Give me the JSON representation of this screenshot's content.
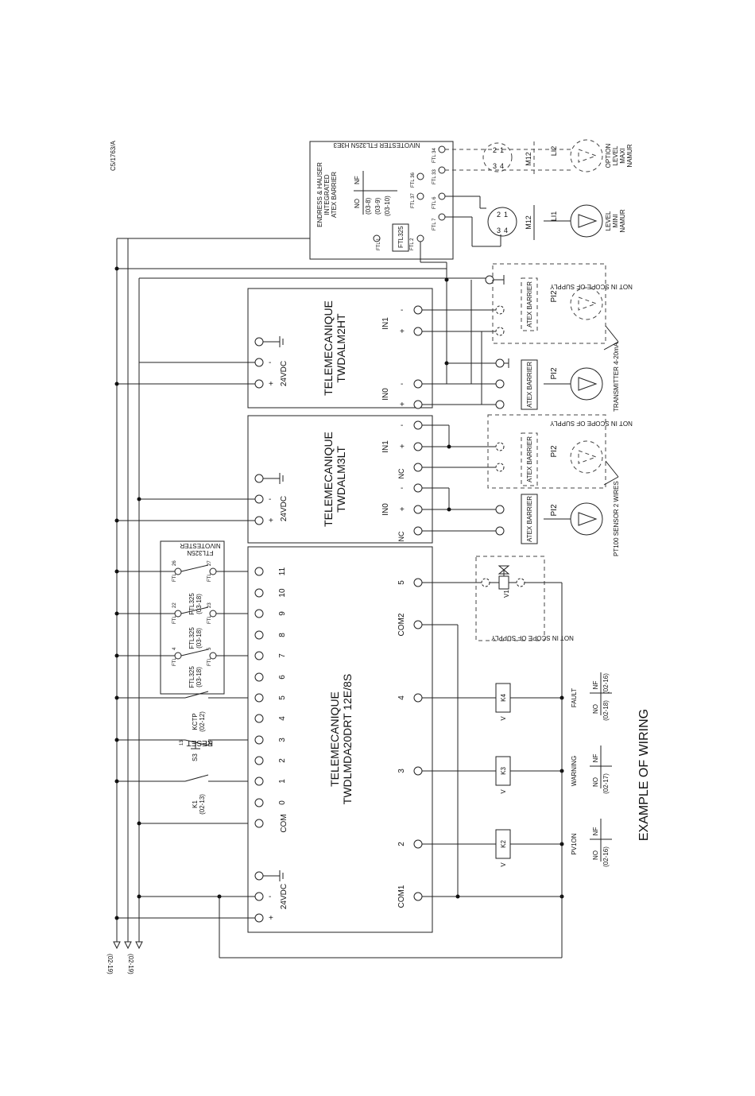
{
  "drawing_ref": "C5/1763/A",
  "title": "EXAMPLE OF WIRING",
  "nivotester_top": {
    "title": "NIVOTESTER FTL325N H3E3",
    "maker": [
      "ENDRESS & HAUSER",
      "INTEGRATED",
      "ATEX BARRIER"
    ],
    "contact_table": {
      "cols": [
        "NO",
        "NF"
      ],
      "rows": [
        "(03-8)",
        "(03-9)",
        "(03-10)"
      ]
    },
    "ftl_labels": [
      "FTL 1",
      "FTL 2",
      "FTL 7",
      "FTL 6",
      "FTL 37",
      "FTL 36",
      "FTL 33",
      "FTL 34"
    ],
    "inner": "FTL325"
  },
  "sensors_top": {
    "m12": "M12",
    "li2": "LI2",
    "li1": "LI1",
    "pins": [
      "2",
      "1",
      "3",
      "4"
    ],
    "option": [
      "OPTION",
      "LEVEL",
      "MAXI",
      "NAMUR"
    ],
    "level": [
      "LEVEL",
      "MINI",
      "NAMUR"
    ]
  },
  "module_ht": {
    "name": [
      "TELEMECANIQUE",
      "TWDALM2HT"
    ],
    "in1": "IN1",
    "in0": "IN0",
    "minus": "-",
    "plus": "+",
    "supply": "24VDC"
  },
  "module_lt": {
    "name": [
      "TELEMECANIQUE",
      "TWDALM3LT"
    ],
    "in1": "IN1",
    "in0": "IN0",
    "nc": "NC",
    "minus": "-",
    "plus": "+",
    "supply": "24VDC"
  },
  "module_main": {
    "name": [
      "TELEMECANIQUE",
      "TWDLMDA20DRT 12E/8S"
    ],
    "inputs": [
      "11",
      "10",
      "9",
      "8",
      "7",
      "6",
      "5",
      "4",
      "3",
      "2",
      "1",
      "0",
      "COM"
    ],
    "outputs": [
      "5",
      "COM2",
      "4",
      "3",
      "2",
      "COM1"
    ],
    "supply": "24VDC",
    "minus": "-",
    "plus": "+"
  },
  "nivotester_small": {
    "title": [
      "NIVOTESTER",
      "FTL325N"
    ],
    "channels": [
      {
        "name": "FTL325",
        "ref": "(03-18)",
        "a": "26",
        "b": "27"
      },
      {
        "name": "FTL325",
        "ref": "(03-18)",
        "a": "22",
        "b": "23"
      },
      {
        "name": "FTL325",
        "ref": "(03-18)",
        "a": "4",
        "b": "5"
      }
    ],
    "ftl": "FTL"
  },
  "switches": [
    {
      "name": "KCTP",
      "ref": "(02-12)"
    },
    {
      "name": "S3",
      "label": "RESET",
      "a": "13",
      "b": "14"
    },
    {
      "name": "K1",
      "ref": "(02-13)"
    }
  ],
  "scope_note": "NOT IN SCOPE OF SUPPLY",
  "atex_barrier": "ATEX BARRIER",
  "pi2": "PI2",
  "transmitter": "TRANSMITTER 4-20mA",
  "pt100": "PT100 SENSOR 2 WIRES",
  "valve": "V1",
  "relays": [
    {
      "name": "K4",
      "label": "FAULT",
      "ref": "(02-18)",
      "ref2": "(02-16)"
    },
    {
      "name": "K3",
      "label": "WARNING",
      "ref": "(02-17)",
      "ref2": ""
    },
    {
      "name": "K2",
      "label": "PV1ON",
      "ref": "(02-16)",
      "ref2": ""
    }
  ],
  "coil_v": "V",
  "no_nf": [
    "NO",
    "NF"
  ],
  "arrow_refs": [
    "(02-19)",
    "(02-19)"
  ]
}
